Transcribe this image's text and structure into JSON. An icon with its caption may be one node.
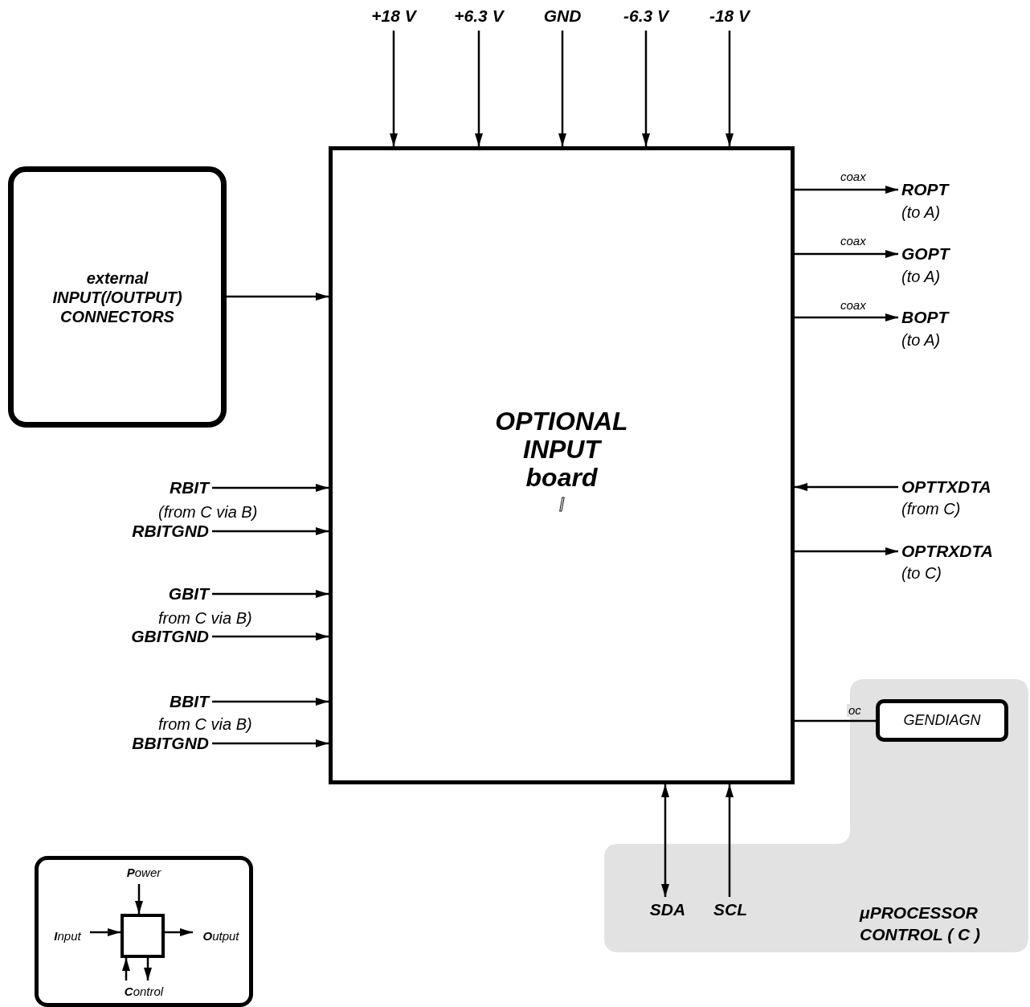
{
  "diagram": {
    "nodes": [
      {
        "text": [
          "+18 V"
        ]
      },
      {
        "text": [
          "+6.3 V"
        ]
      },
      {
        "text": [
          "GND"
        ]
      },
      {
        "text": [
          "-6.3 V"
        ]
      },
      {
        "text": [
          "-18 V"
        ]
      },
      {
        "text": [
          "external INPUT(/OUTPUT) CONNECTORS"
        ]
      },
      {
        "text": [
          "OPTIONAL INPUT board",
          "I"
        ]
      },
      {
        "text": [
          "ROPT"
        ],
        "beside": [
          "(to A)"
        ]
      },
      {
        "text": [
          "GOPT"
        ],
        "beside": [
          "(to A)"
        ]
      },
      {
        "text": [
          "BOPT"
        ],
        "beside": [
          "(to A)"
        ]
      },
      {
        "text": [
          "OPTTXDTA"
        ],
        "beside": [
          "(from C)"
        ]
      },
      {
        "text": [
          "OPTRXDTA"
        ],
        "beside": [
          "(to C)"
        ]
      },
      {
        "text": [
          "RBIT"
        ],
        "beside": [
          "(from C via B)"
        ]
      },
      {
        "text": [
          "RBITGND"
        ]
      },
      {
        "text": [
          "GBIT"
        ],
        "beside": [
          "from C via B)"
        ]
      },
      {
        "text": [
          "GBITGND"
        ]
      },
      {
        "text": [
          "BBIT"
        ],
        "beside": [
          "from C via B)"
        ]
      },
      {
        "text": [
          "BBITGND"
        ]
      },
      {
        "text": [
          "μPROCESSOR CONTROL ( C )"
        ]
      },
      {
        "text": [
          "GENDIAGN"
        ],
        "in": 18
      },
      {
        "text": [
          "SDA"
        ],
        "in": 18
      },
      {
        "text": [
          "SCL"
        ],
        "in": 18
      },
      {
        "text": [],
        "shape": "box"
      },
      {
        "text": [],
        "shape": "box",
        "in": 22
      },
      {
        "text": [
          "**P**ower"
        ],
        "in": 22
      },
      {
        "text": [
          "**I**nput"
        ],
        "in": 22
      },
      {
        "text": [
          "**O**utput"
        ],
        "in": 22
      },
      {
        "text": [
          "**C**ontrol"
        ],
        "in": 22
      }
    ],
    "edges": [
      {
        "from": 0,
        "to": 6,
        "arrow": "to"
      },
      {
        "from": 1,
        "to": 6,
        "arrow": "to"
      },
      {
        "from": 2,
        "to": 6,
        "arrow": "to"
      },
      {
        "from": 3,
        "to": 6,
        "arrow": "to"
      },
      {
        "from": 4,
        "to": 6,
        "arrow": "to"
      },
      {
        "from": 5,
        "to": 6,
        "arrow": "to"
      },
      {
        "from": 6,
        "to": 7,
        "arrow": "to",
        "label": "coax"
      },
      {
        "from": 6,
        "to": 8,
        "arrow": "to",
        "label": "coax"
      },
      {
        "from": 6,
        "to": 9,
        "arrow": "to",
        "label": "coax"
      },
      {
        "from": 10,
        "to": 6,
        "arrow": "to"
      },
      {
        "from": 6,
        "to": 11,
        "arrow": "to"
      },
      {
        "from": 12,
        "to": 6,
        "arrow": "to"
      },
      {
        "from": 13,
        "to": 6,
        "arrow": "to"
      },
      {
        "from": 14,
        "to": 6,
        "arrow": "to"
      },
      {
        "from": 15,
        "to": 6,
        "arrow": "to"
      },
      {
        "from": 16,
        "to": 6,
        "arrow": "to"
      },
      {
        "from": 17,
        "to": 6,
        "arrow": "to"
      },
      {
        "from": 6,
        "to": 19,
        "arrow": "none",
        "label": "oc"
      },
      {
        "from": 6,
        "to": 20,
        "arrow": "both"
      },
      {
        "from": 21,
        "to": 6,
        "arrow": "to"
      },
      {
        "from": 24,
        "to": 23,
        "arrow": "to"
      },
      {
        "from": 25,
        "to": 23,
        "arrow": "to"
      },
      {
        "from": 23,
        "to": 26,
        "arrow": "to"
      },
      {
        "from": 27,
        "to": 23,
        "arrow": "to"
      },
      {
        "from": 23,
        "to": 27,
        "arrow": "to"
      }
    ]
  }
}
